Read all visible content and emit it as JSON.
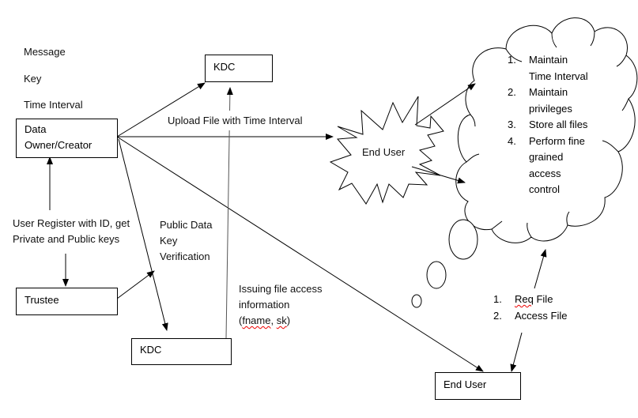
{
  "diagram": {
    "legend_labels": [
      "Message",
      "Key",
      "Time Interval"
    ],
    "nodes": {
      "data_owner": {
        "line1": "Data",
        "line2": "Owner/Creator"
      },
      "kdc_top": {
        "label": "KDC"
      },
      "kdc_bottom": {
        "label": "KDC"
      },
      "trustee": {
        "label": "Trustee"
      },
      "end_user_burst": {
        "label": "End User"
      },
      "end_user_box": {
        "label": "End User"
      }
    },
    "edge_labels": {
      "upload": "Upload File with Time Interval",
      "register_line1": "User Register with ID, get",
      "register_line2": "Private and Public keys",
      "verification_line1": "Public Data",
      "verification_line2": "Key",
      "verification_line3": "Verification",
      "issuing_line1": "Issuing file access",
      "issuing_line2": "information",
      "issuing_line3_a": "(",
      "issuing_line3_fname": "fname",
      "issuing_line3_b": ", ",
      "issuing_line3_sk": "sk",
      "issuing_line3_c": ")"
    },
    "cloud_list": [
      {
        "num": "1.",
        "lines": [
          "Maintain",
          "Time Interval"
        ]
      },
      {
        "num": "2.",
        "lines": [
          "Maintain",
          "privileges"
        ]
      },
      {
        "num": "3.",
        "lines": [
          "Store all files"
        ]
      },
      {
        "num": "4.",
        "lines": [
          "Perform fine",
          "grained",
          "access",
          "control"
        ]
      }
    ],
    "request_list": [
      {
        "num": "1.",
        "text": "Req",
        "text2": " File"
      },
      {
        "num": "2.",
        "text": "Access File",
        "text2": ""
      }
    ]
  }
}
